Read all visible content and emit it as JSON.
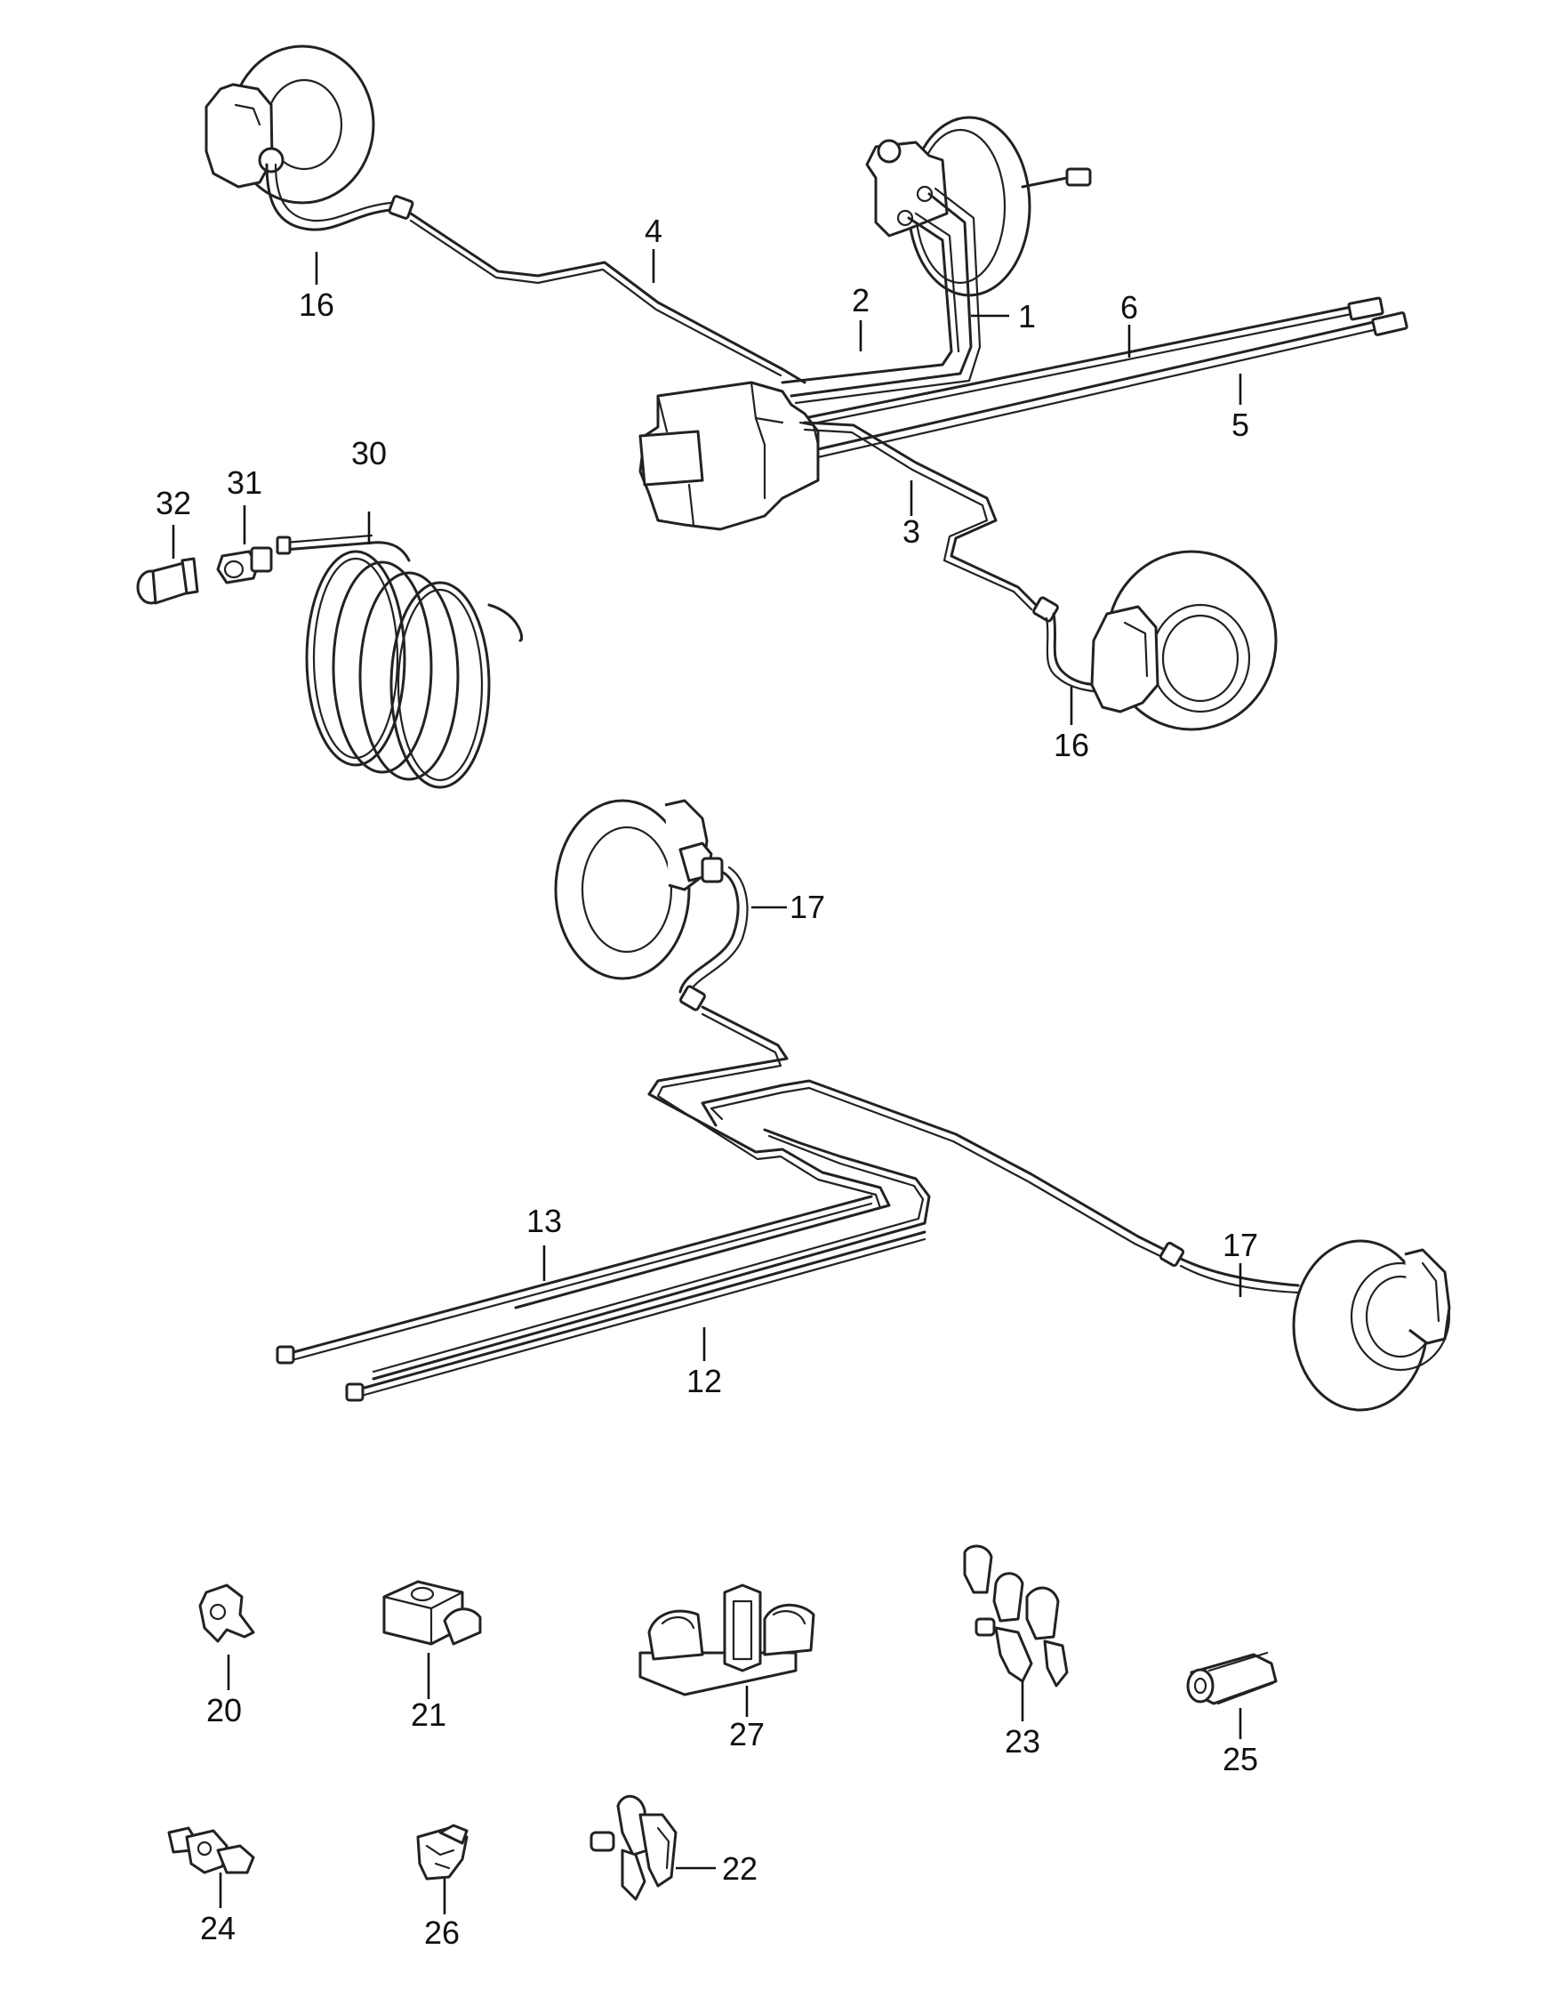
{
  "diagram": {
    "callouts": [
      {
        "id": "c1",
        "text": "1"
      },
      {
        "id": "c2",
        "text": "2"
      },
      {
        "id": "c3",
        "text": "3"
      },
      {
        "id": "c4",
        "text": "4"
      },
      {
        "id": "c5",
        "text": "5"
      },
      {
        "id": "c6",
        "text": "6"
      },
      {
        "id": "c16a",
        "text": "16"
      },
      {
        "id": "c16b",
        "text": "16"
      },
      {
        "id": "c30",
        "text": "30"
      },
      {
        "id": "c31",
        "text": "31"
      },
      {
        "id": "c32",
        "text": "32"
      },
      {
        "id": "c17a",
        "text": "17"
      },
      {
        "id": "c17b",
        "text": "17"
      },
      {
        "id": "c13",
        "text": "13"
      },
      {
        "id": "c12",
        "text": "12"
      },
      {
        "id": "c20",
        "text": "20"
      },
      {
        "id": "c21",
        "text": "21"
      },
      {
        "id": "c27",
        "text": "27"
      },
      {
        "id": "c23",
        "text": "23"
      },
      {
        "id": "c25",
        "text": "25"
      },
      {
        "id": "c24",
        "text": "24"
      },
      {
        "id": "c26",
        "text": "26"
      },
      {
        "id": "c22",
        "text": "22"
      }
    ]
  }
}
